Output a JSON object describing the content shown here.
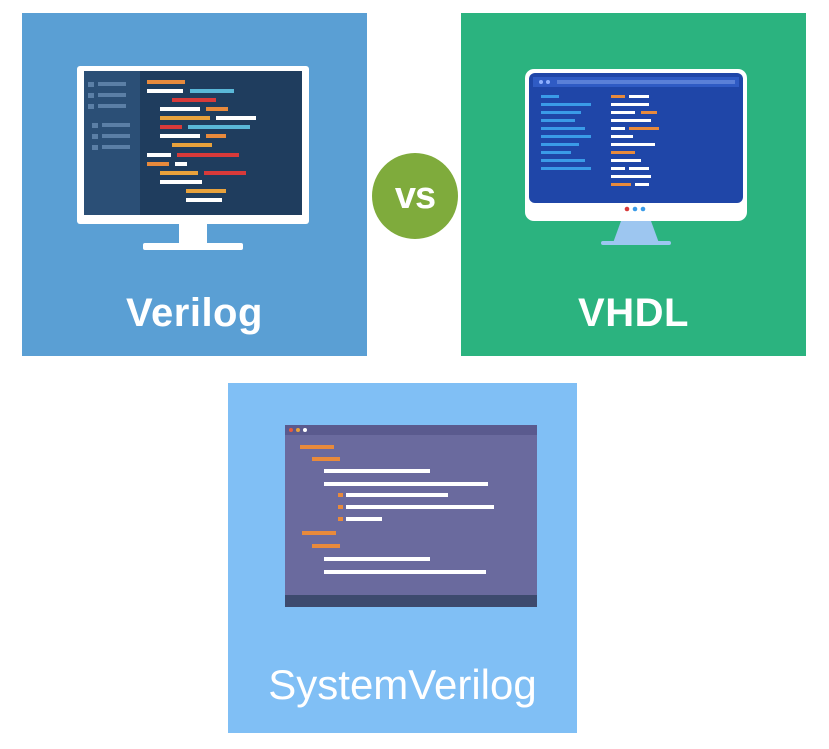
{
  "tiles": {
    "verilog": {
      "label": "Verilog",
      "color": "#5a9fd4"
    },
    "vhdl": {
      "label": "VHDL",
      "color": "#2bb37f"
    },
    "systemverilog": {
      "label": "SystemVerilog",
      "color": "#80bff5"
    }
  },
  "vs_badge": {
    "label": "vs",
    "color": "#7fab3c"
  },
  "icons": {
    "verilog": "desktop-monitor-code-editor-icon",
    "vhdl": "desktop-monitor-code-editor-icon",
    "systemverilog": "code-editor-window-icon"
  }
}
